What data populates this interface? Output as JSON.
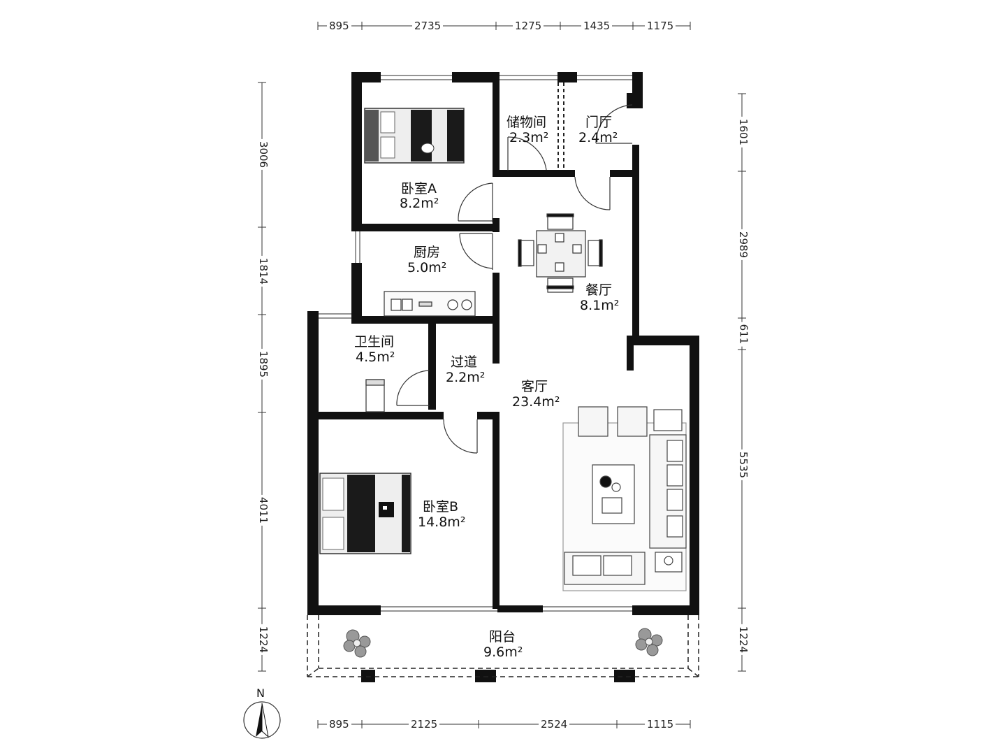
{
  "rooms": {
    "bedroom_a": {
      "name": "卧室A",
      "area": "8.2m²"
    },
    "storage": {
      "name": "储物间",
      "area": "2.3m²"
    },
    "foyer": {
      "name": "门厅",
      "area": "2.4m²"
    },
    "kitchen": {
      "name": "厨房",
      "area": "5.0m²"
    },
    "dining": {
      "name": "餐厅",
      "area": "8.1m²"
    },
    "bathroom": {
      "name": "卫生间",
      "area": "4.5m²"
    },
    "corridor": {
      "name": "过道",
      "area": "2.2m²"
    },
    "living": {
      "name": "客厅",
      "area": "23.4m²"
    },
    "bedroom_b": {
      "name": "卧室B",
      "area": "14.8m²"
    },
    "balcony": {
      "name": "阳台",
      "area": "9.6m²"
    }
  },
  "dimensions": {
    "top": [
      "895",
      "2735",
      "1275",
      "1435",
      "1175"
    ],
    "bottom": [
      "895",
      "2125",
      "2524",
      "1115"
    ],
    "left": [
      "3006",
      "1814",
      "1895",
      "4011",
      "1224"
    ],
    "right": [
      "1601",
      "2989",
      "611",
      "5535",
      "1224"
    ]
  },
  "compass": {
    "label": "N"
  },
  "colors": {
    "wall": "#111111",
    "line": "#333333",
    "furniture": "#444444"
  }
}
